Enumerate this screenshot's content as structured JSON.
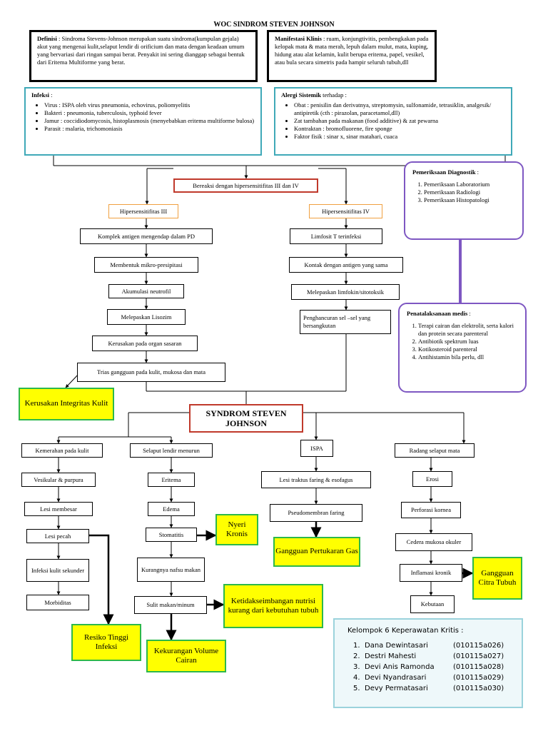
{
  "title": "WOC SINDROM STEVEN JOHNSON",
  "definisi": {
    "label": "Definisi",
    "text": " : Sindroma Stevens-Johnson merupakan suatu sindroma(kumpulan gejala) akut yang mengenai kulit,selaput lendir di orificium dan mata dengan keadaan umum yang bervariasi dari ringan sampai berat. Penyakit ini sering dianggap sebagai bentuk dari Eritema Multiforme yang berat."
  },
  "manifestasi": {
    "label": "Manifestasi Klinis",
    "text": " : ruam, konjungtivitis, pembengkakan pada kelopak mata & mata merah, lepuh dalam mulut, mata, kuping, hidung atau alat kelamin, kulit berupa eritema, papel, vesikel, atau bula secara simetris pada hampir seluruh tubuh,dll"
  },
  "infeksi": {
    "label": "Infeksi",
    "suffix": " :",
    "items": [
      "Virus : ISPA oleh virus pneumonia, echovirus, poliomyelitis",
      "Bakteri : pneumonia, tuberculosis, typhoid fever",
      "Jamur : coccidiodomycosis, histoplasmosis (menyebabkan eritema multiforme bulosa)",
      "Parasit : malaria, trichomoniasis"
    ]
  },
  "alergi": {
    "label": "Alergi Sistemik",
    "suffix": " terhadap :",
    "items": [
      "Obat : penisilin dan derivatnya, streptomysin, sulfonamide, tetrasiklin, analgesik/ antipiretik (cth : pirazolan, paracetamol,dll)",
      "Zat tambahan pada makanan (food additive) & zat pewarna",
      "Kontraktan : bromofluorene, fire sponge",
      "Faktor fisik : sinar x, sinar matahari, cuaca"
    ]
  },
  "bereaksi": "Bereaksi dengan hipersensitifitas III dan IV",
  "hiper3": {
    "title": "Hipersensitifitas III",
    "steps": [
      "Komplek antigen mengendap dalam PD",
      "Membentuk mikro-presipitasi",
      "Akumulasi neutrofil",
      "Melepaskan Lisozim",
      "Kerusakan pada organ sasaran",
      "Trias gangguan pada kulit, mukosa dan mata"
    ]
  },
  "hiper4": {
    "title": "Hipersensitifitas IV",
    "steps": [
      "Limfosit T terinfeksi",
      "Kontak dengan antigen yang sama",
      "Melepaskan limfokin/sitotoksik",
      "Penghancuran sel –sel yang bersangkutan"
    ]
  },
  "diagnostik": {
    "title": "Pemeriksaan Diagnostik",
    "suffix": " :",
    "items": [
      "Pemeriksaan Laboratorium",
      "Pemeriksaan Radiologi",
      "Pemeriksaan Histopatologi"
    ]
  },
  "penatalaksanaan": {
    "title": "Penatalaksanaan medis",
    "suffix": " :",
    "items": [
      "Terapi cairan dan elektrolit, serta kalori dan protein secara parenteral",
      "Antibiotik spektrum luas",
      "Kotikosteroid parenteral",
      "Antihistamin bila perlu, dll"
    ]
  },
  "center": "SYNDROM STEVEN JOHNSON",
  "col1": [
    "Kemerahan pada kulit",
    "Vesikular & purpura",
    "Lesi membesar",
    "Lesi pecah",
    "Infeksi kulit sekunder",
    "Morbiditas"
  ],
  "col2": [
    "Selaput lendir menurun",
    "Eritema",
    "Edema",
    "Stomatitis",
    "Kurangnya nafsu makan",
    "Sulit makan/minum"
  ],
  "col3": [
    "ISPA",
    "Lesi traktus faring & esofagus",
    "Pseudomembran faring"
  ],
  "col4": [
    "Radang selaput mata",
    "Erosi",
    "Perforasi kornea",
    "Cedera mukosa okuler",
    "Inflamasi kronik",
    "Kebutaan"
  ],
  "diagnoses": {
    "integritas": "Kerusakan Integritas Kulit",
    "nyeri": "Nyeri Kronis",
    "gas": "Gangguan Pertukaran Gas",
    "citra": "Gangguan Citra Tubuh",
    "nutrisi": "Ketidakseimbangan nutrisi kurang dari kebutuhan tubuh",
    "infeksi": "Resiko Tinggi Infeksi",
    "cairan": "Kekurangan Volume Cairan"
  },
  "kelompok": {
    "title": "Kelompok 6 Keperawatan Kritis :",
    "members": [
      {
        "no": "1.",
        "name": "Dana Dewintasari",
        "nim": "(010115a026)"
      },
      {
        "no": "2.",
        "name": "Destri Mahesti",
        "nim": "(010115a027)"
      },
      {
        "no": "3.",
        "name": "Devi Anis Ramonda",
        "nim": "(010115a028)"
      },
      {
        "no": "4.",
        "name": "Devi Nyandrasari",
        "nim": "(010115a029)"
      },
      {
        "no": "5.",
        "name": "Devy Permatasari",
        "nim": "(010115a030)"
      }
    ]
  }
}
